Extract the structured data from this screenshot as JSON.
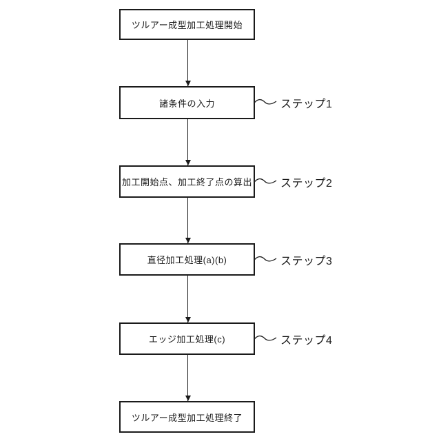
{
  "flowchart": {
    "nodes": [
      {
        "label": "ツルアー成型加工処理開始"
      },
      {
        "label": "諸条件の入力",
        "step": "ステップ1"
      },
      {
        "label": "加工開始点、加工終了点の算出",
        "step": "ステップ2"
      },
      {
        "label": "直径加工処理(a)(b)",
        "step": "ステップ3"
      },
      {
        "label": "エッジ加工処理(c)",
        "step": "ステップ4"
      },
      {
        "label": "ツルアー成型加工処理終了"
      }
    ],
    "colors": {
      "line": "#1a1a1a",
      "text": "#1a1a1a",
      "background": "#ffffff"
    }
  }
}
